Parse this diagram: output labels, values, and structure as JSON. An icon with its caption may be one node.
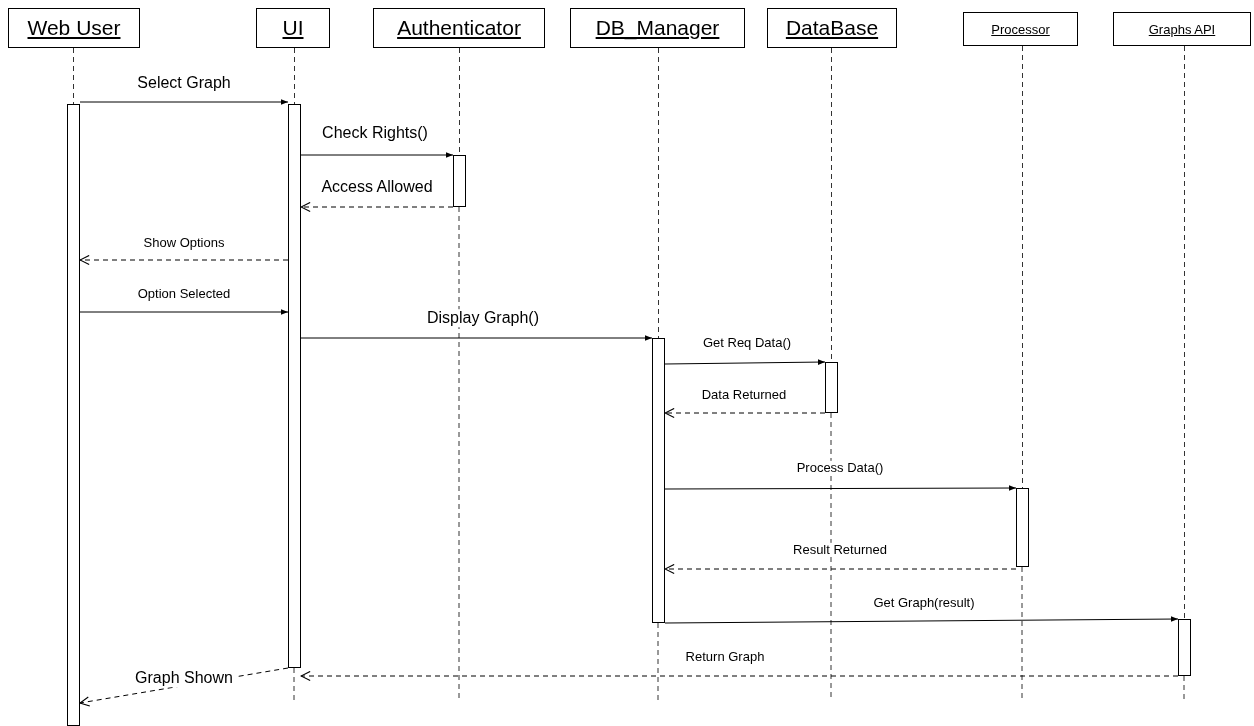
{
  "diagram": {
    "nodes": [
      {
        "text": [
          "Web User"
        ]
      },
      {
        "text": [
          "UI"
        ]
      },
      {
        "text": [
          "Authenticator"
        ]
      },
      {
        "text": [
          "DB_Manager"
        ]
      },
      {
        "text": [
          "DataBase"
        ]
      },
      {
        "text": [
          "Processor"
        ]
      },
      {
        "text": [
          "Graphs API"
        ]
      },
      {
        "text": [],
        "shape": "bar"
      },
      {
        "text": [],
        "shape": "bar"
      },
      {
        "text": [],
        "shape": "bar"
      },
      {
        "text": [],
        "shape": "bar"
      },
      {
        "text": [],
        "shape": "bar"
      },
      {
        "text": [],
        "shape": "bar"
      },
      {
        "text": [],
        "shape": "bar"
      }
    ],
    "edges": [
      {
        "from": 7,
        "to": 8,
        "arrow": "to",
        "label": "Select Graph"
      },
      {
        "from": 8,
        "to": 9,
        "arrow": "to",
        "label": "Check Rights()"
      },
      {
        "from": 9,
        "to": 8,
        "arrow": "to",
        "label": "Access Allowed",
        "style": "dashed"
      },
      {
        "from": 8,
        "to": 7,
        "arrow": "to",
        "label": "Show Options",
        "style": "dashed"
      },
      {
        "from": 7,
        "to": 8,
        "arrow": "to",
        "label": "Option Selected"
      },
      {
        "from": 8,
        "to": 10,
        "arrow": "to",
        "label": "Display Graph()"
      },
      {
        "from": 10,
        "to": 11,
        "arrow": "to",
        "label": "Get Req Data()"
      },
      {
        "from": 11,
        "to": 10,
        "arrow": "to",
        "label": "Data Returned",
        "style": "dashed"
      },
      {
        "from": 10,
        "to": 12,
        "arrow": "to",
        "label": "Process Data()"
      },
      {
        "from": 12,
        "to": 10,
        "arrow": "to",
        "label": "Result Returned",
        "style": "dashed"
      },
      {
        "from": 10,
        "to": 13,
        "arrow": "to",
        "label": "Get Graph(result)"
      },
      {
        "from": 13,
        "to": 8,
        "arrow": "to",
        "label": "Return Graph",
        "style": "dashed"
      },
      {
        "from": 8,
        "to": 7,
        "arrow": "to",
        "label": "Graph Shown",
        "style": "dashed"
      },
      {
        "from": 0,
        "to": 7,
        "arrow": "none",
        "style": "dashed"
      },
      {
        "from": 1,
        "to": 8,
        "arrow": "none",
        "style": "dashed"
      },
      {
        "from": 2,
        "to": 9,
        "arrow": "none",
        "style": "dashed"
      },
      {
        "from": 3,
        "to": 10,
        "arrow": "none",
        "style": "dashed"
      },
      {
        "from": 4,
        "to": 11,
        "arrow": "none",
        "style": "dashed"
      },
      {
        "from": 5,
        "to": 12,
        "arrow": "none",
        "style": "dashed"
      },
      {
        "from": 6,
        "to": 13,
        "arrow": "none",
        "style": "dashed"
      }
    ]
  }
}
